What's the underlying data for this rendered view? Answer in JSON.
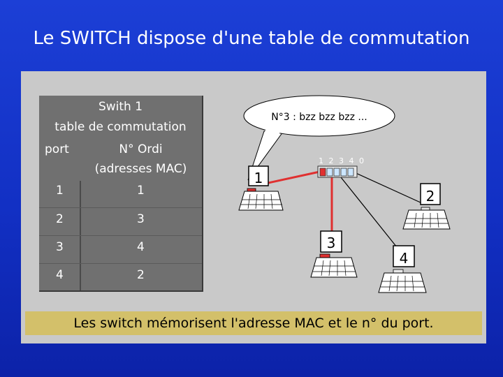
{
  "title": "Le SWITCH dispose d'une table de commutation",
  "table": {
    "caption_line1": "Swith 1",
    "caption_line2": "table de commutation",
    "col_port": "port",
    "col_ordi_line1": "N° Ordi",
    "col_ordi_line2": "(adresses MAC)",
    "rows": [
      {
        "port": "1",
        "ordi": "1"
      },
      {
        "port": "2",
        "ordi": "3"
      },
      {
        "port": "3",
        "ordi": "4"
      },
      {
        "port": "4",
        "ordi": "2"
      }
    ]
  },
  "diagram": {
    "speech_bubble": "N°3 : bzz bzz bzz ...",
    "switch_ports": "1 2 3 4 0",
    "computers": [
      "1",
      "2",
      "3",
      "4"
    ]
  },
  "footer": "Les switch mémorisent l'adresse MAC et le n° du port."
}
